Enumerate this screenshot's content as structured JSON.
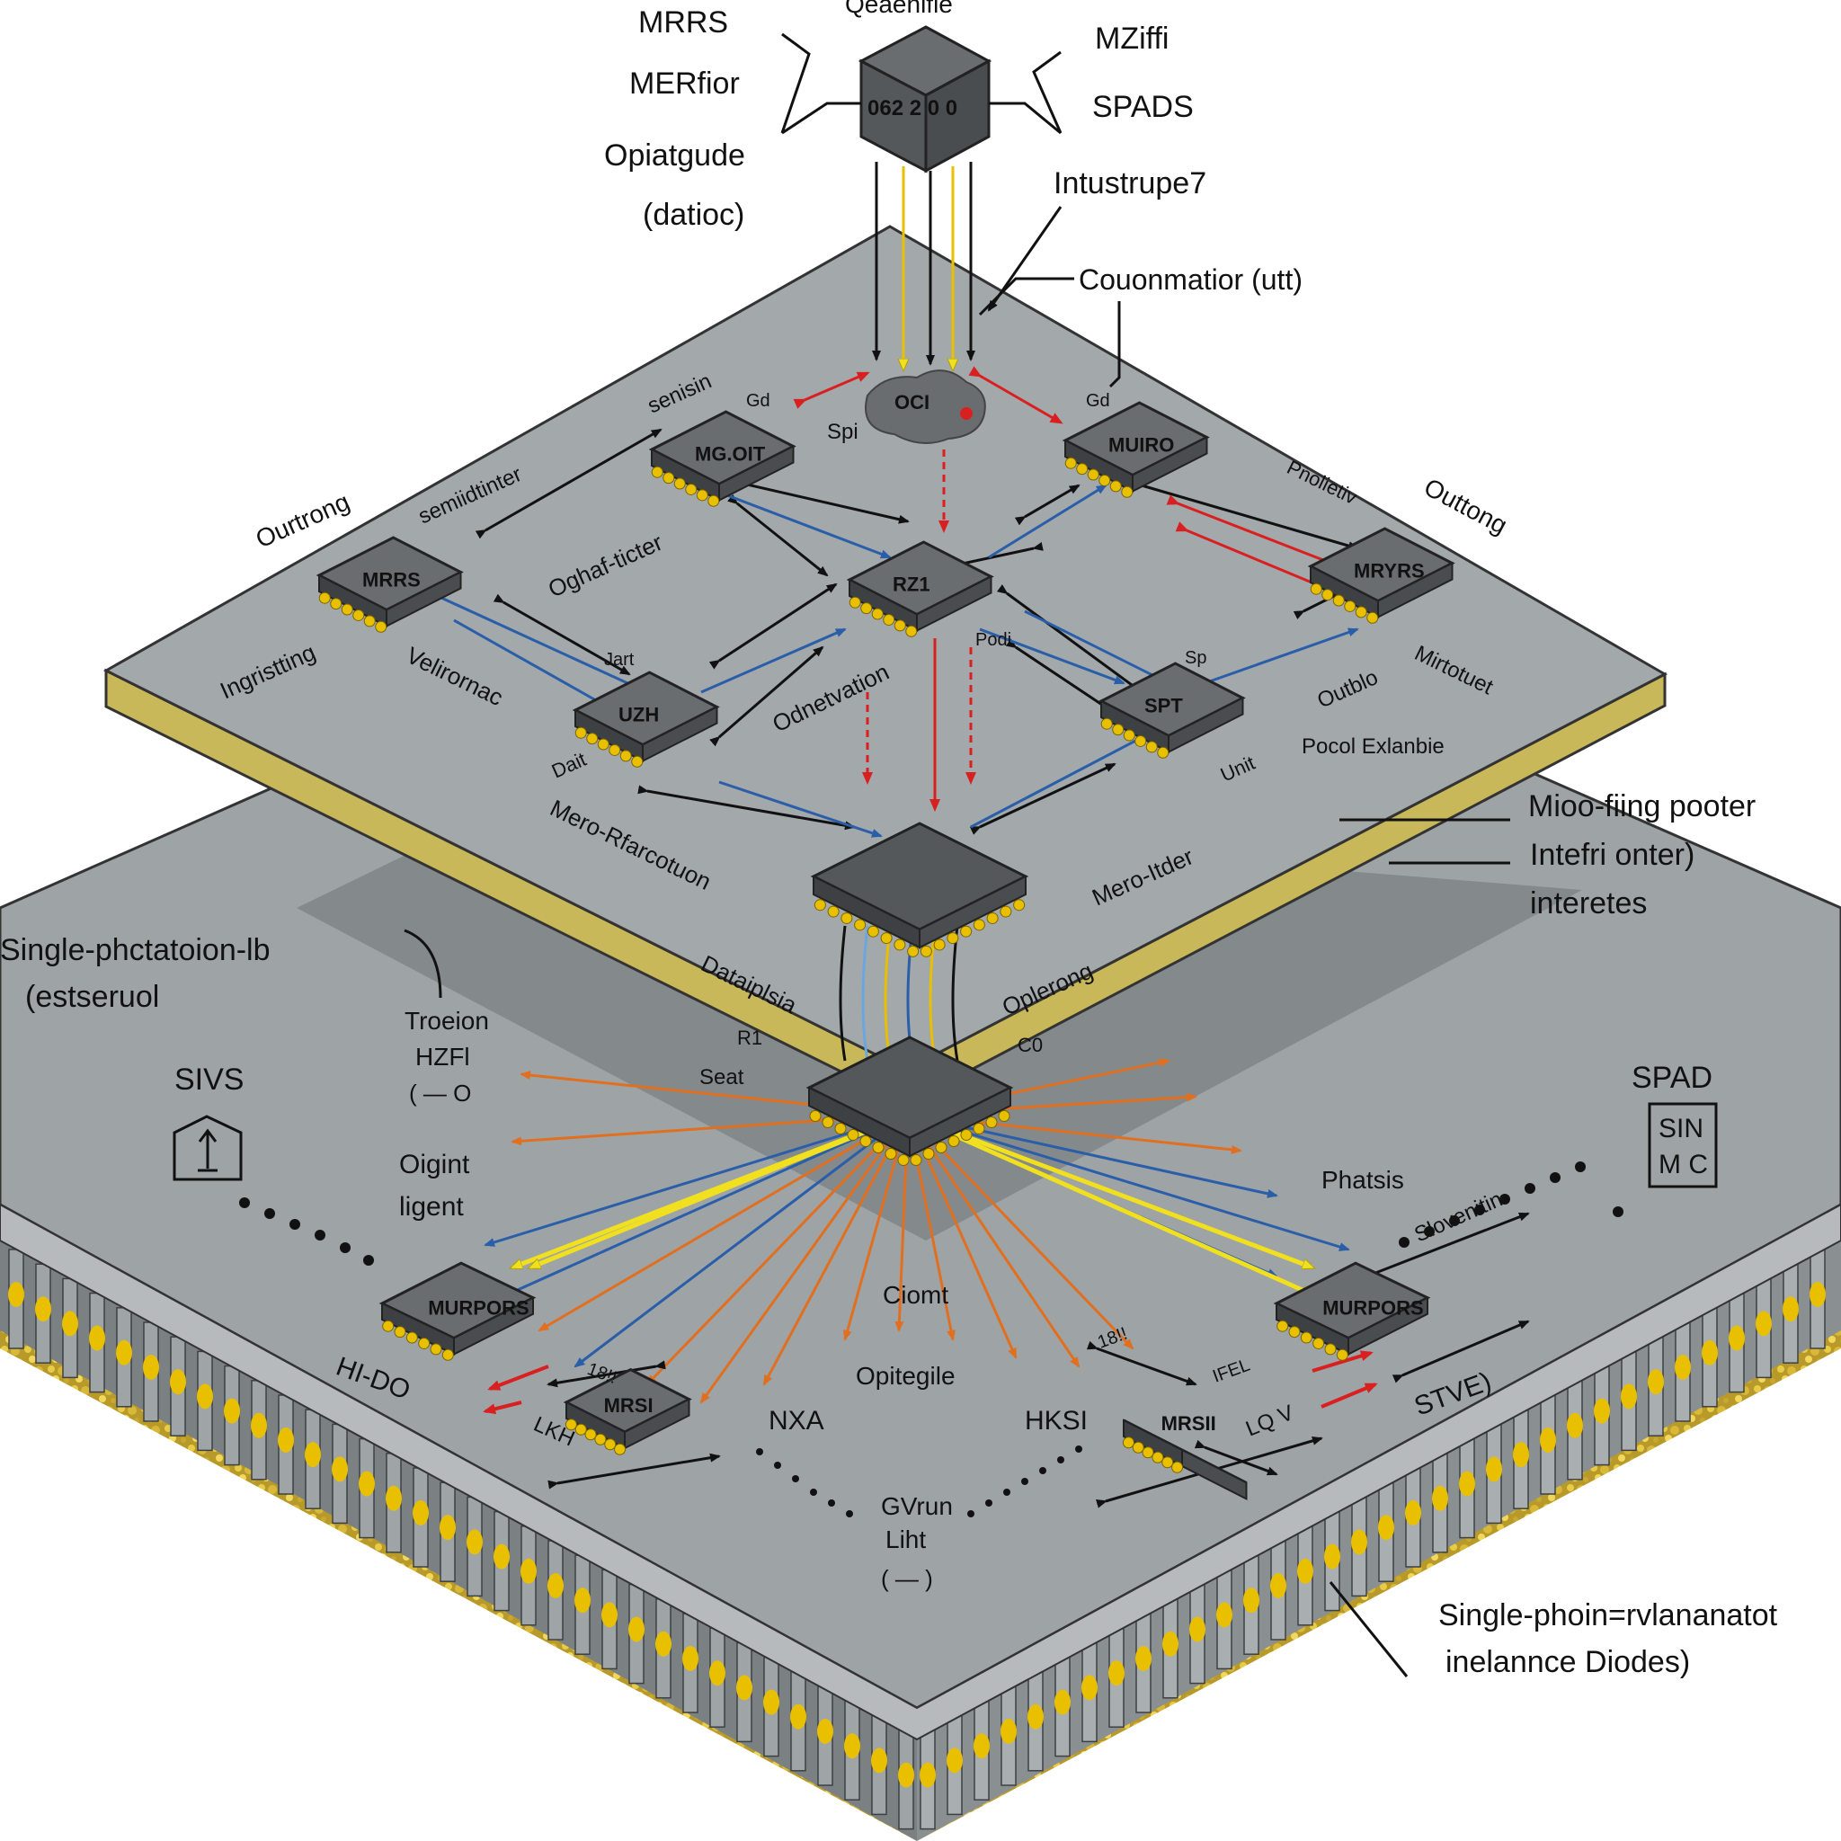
{
  "colors": {
    "plate": "#9ea3a6",
    "plate_dark": "#7d8285",
    "board_edge": "#c9b85a",
    "chip": "#55585b",
    "chip_top": "#6a6d70",
    "pin": "#e8c000",
    "arrow_black": "#111111",
    "arrow_blue": "#2a5ea8",
    "arrow_red": "#d92020",
    "arrow_yellow": "#f0e020",
    "arrow_orange": "#e07020"
  },
  "top_cube": {
    "label_top": "Qeaenifie",
    "face_text": "062 2 0 0"
  },
  "labels_top_left": [
    "MRRS",
    "MERfior",
    "Opiatgude",
    "(datioc)"
  ],
  "labels_top_right": [
    "MZiffi",
    "SPADS",
    "Intustrupe7",
    "Couonmatior (utt)"
  ],
  "upper_board": {
    "chips": {
      "nw": "MRRS",
      "n": "MG.OIT",
      "ne": "MUIRO",
      "center": "RZ1",
      "e": "MRYRS",
      "sw": "UZH",
      "se": "SPT"
    },
    "blob_text": "OCI",
    "labels": {
      "outrong_left": "Ourtrong",
      "outrong_right": "Outtong",
      "seminar": "semiidtinter",
      "sensin": "senisin",
      "oghat": "Oghaf-ticter",
      "ingristing": "Ingristting",
      "velrrnage": "Velirornac",
      "odnetvation": "Odnetvation",
      "spi": "Spi",
      "gd_a": "Gd",
      "gd_b": "Gd",
      "podi": "Podi",
      "pnolietiv": "Pnolietiv",
      "sp3": "Sp",
      "outlbo": "Outblo",
      "mirtotuet": "Mirtotuet",
      "pocol": "Pocol Exlanbie",
      "unit": "Unit",
      "dait": "Dait",
      "jart": "Jart",
      "mero_far": "Mero-Rfarcotuon",
      "mero_itder": "Mero-Itder",
      "dataiplsia": "Dataiplsia",
      "oplerng": "Oplerong"
    }
  },
  "labels_mid_right": [
    "Mioo-fiing pooter",
    "Intefri onter)",
    "interetes"
  ],
  "labels_mid_left": [
    "Single-phctatoion-lb",
    "(estseruol"
  ],
  "lower_board": {
    "labels": {
      "troeion": "Troeion",
      "hzfl": "HZFl",
      "hzfl_sym": "( — O",
      "sivs": "SIVS",
      "oigint": "Oigint",
      "ligent": "ligent",
      "r1": "R1",
      "seat": "Seat",
      "c0": "C0",
      "phatsis": "Phatsis",
      "sloventiin": "Slovenitin",
      "spad": "SPAD",
      "sin": "SIN",
      "mc": "M C",
      "ciomt": "Ciomt",
      "opitegile": "Opitegile",
      "nxa": "NXA",
      "hksi": "HKSI",
      "gvrun": "GVrun",
      "lihht": "Liht",
      "lihht_sym": "( — )",
      "hoo": "HI-DO",
      "lkh": "LKH",
      "lqv": "LQ V",
      "stve": "STVE)",
      "flag_l": "18!!",
      "flag_r": "18!!",
      "ifel": "IFEL"
    },
    "chips": {
      "left": "MURPORS",
      "right": "MURPORS",
      "mid_left": "MRSI",
      "mid_right": "MRSII"
    }
  },
  "labels_bottom_right": [
    "Single-phoin=rvlananatot",
    "inelannce Diodes)"
  ]
}
